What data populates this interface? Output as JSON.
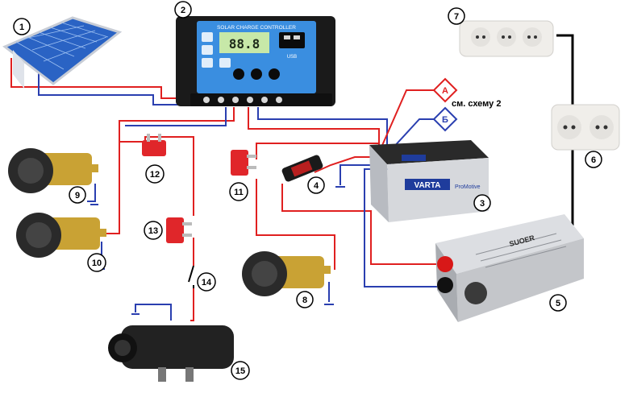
{
  "diagram": {
    "note": "см. схему 2",
    "controller_title": "SOLAR CHARGE CONTROLLER",
    "controller_display": "88.8",
    "controller_usb": "USB",
    "battery_brand": "VARTA",
    "battery_line": "ProMotive",
    "inverter_brand": "SUOER",
    "markers": [
      {
        "id": "A",
        "label": "А"
      },
      {
        "id": "B",
        "label": "Б"
      }
    ],
    "callouts": [
      "1",
      "2",
      "3",
      "4",
      "5",
      "6",
      "7",
      "8",
      "9",
      "10",
      "11",
      "12",
      "13",
      "14",
      "15"
    ],
    "colors": {
      "positive": "#e02020",
      "negative": "#2a3fb0",
      "ac": "#000000",
      "controller_body": "#1a1a1a",
      "controller_screen": "#3a8ee0",
      "battery_top": "#2a2a2a",
      "battery_body": "#d6d8dc",
      "socket_brass": "#c9a234",
      "fuse": "#e0262a",
      "inverter_body": "#c4c6ca",
      "outlet": "#f0eeea"
    }
  }
}
